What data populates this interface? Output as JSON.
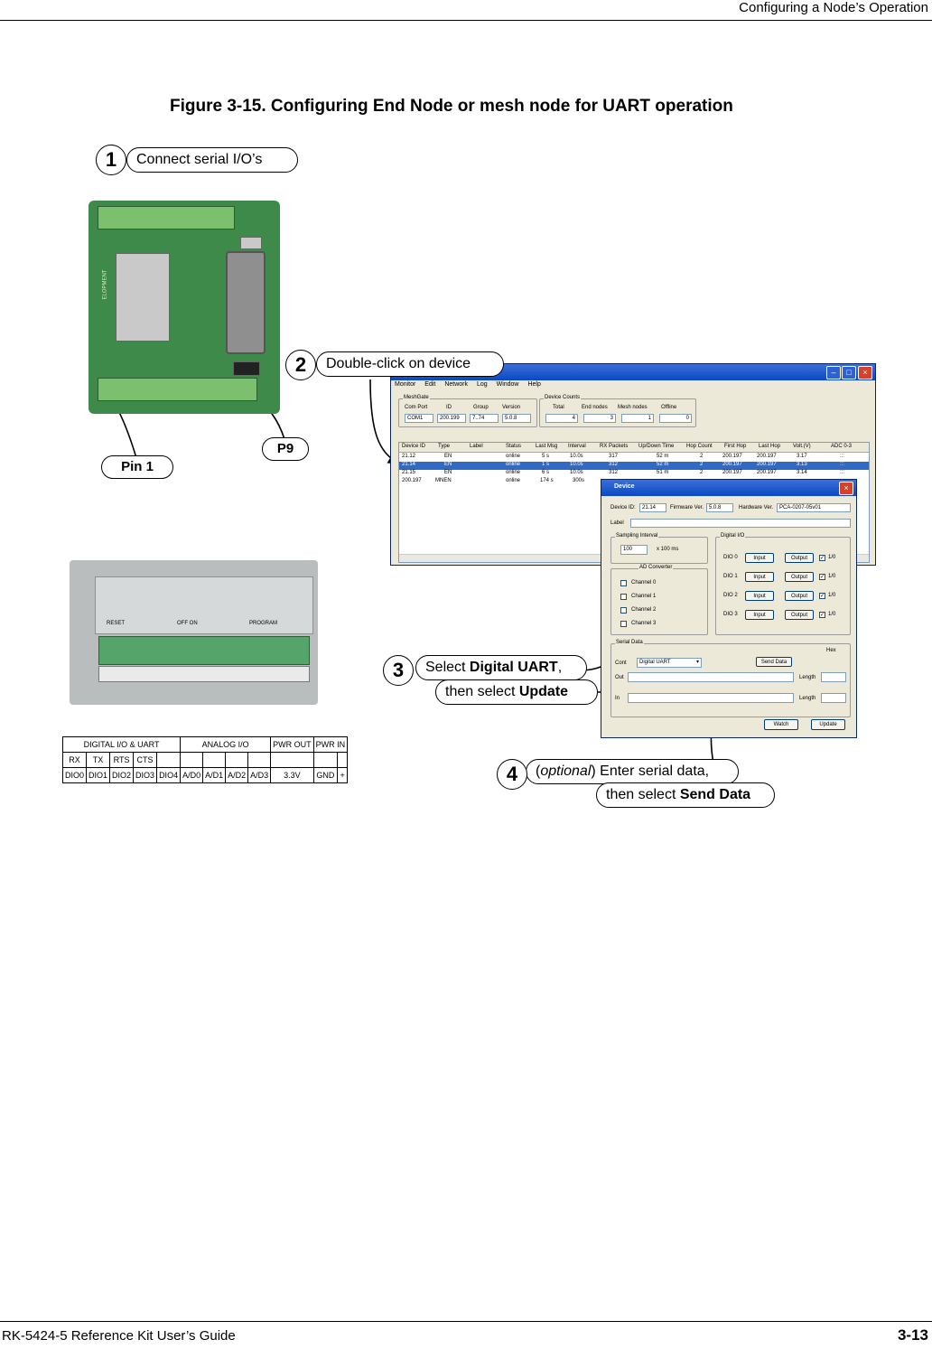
{
  "header": {
    "title": "Configuring a Node’s Operation"
  },
  "footer": {
    "left": "RK-5424-5 Reference Kit User’s Guide",
    "right": "3-13"
  },
  "figure": {
    "caption": "Figure 3-15. Configuring End Node or mesh node for UART operation"
  },
  "steps": {
    "s1": {
      "num": "1",
      "text": "Connect serial I/O’s"
    },
    "s2": {
      "num": "2",
      "text": "Double-click on device"
    },
    "s3": {
      "num": "3",
      "pre": "Select ",
      "bold": "Digital UART",
      "post": ",",
      "line2_pre": "then select ",
      "line2_bold": "Update"
    },
    "s4": {
      "num": "4",
      "italic": "optional",
      "text": ") Enter serial data,",
      "open": "(",
      "line2_pre": "then select ",
      "line2_bold": "Send Data"
    }
  },
  "photo_labels": {
    "pin1": "Pin 1",
    "p9": "P9",
    "pcb_text": "ELOPMENT",
    "case_reset": "RESET",
    "case_offon": "OFF ON",
    "case_program": "PROGRAM"
  },
  "pin_table": {
    "row1": [
      "DIGITAL I/O & UART",
      "ANALOG I/O",
      "PWR OUT",
      "PWR IN"
    ],
    "row2": [
      "RX",
      "TX",
      "RTS",
      "CTS",
      "",
      "",
      "",
      "",
      "",
      "",
      ""
    ],
    "row3": [
      "DIO0",
      "DIO1",
      "DIO2",
      "DIO3",
      "DIO4",
      "A/D0",
      "A/D1",
      "A/D2",
      "A/D3",
      "3.3V",
      "GND",
      "+"
    ]
  },
  "main_window": {
    "menu": [
      "Monitor",
      "Edit",
      "Network",
      "Log",
      "Window",
      "Help"
    ],
    "meshgate": {
      "title": "MeshGate",
      "headers": [
        "Com Port",
        "ID",
        "Group",
        "Version"
      ],
      "values": [
        "COM1",
        "200.199",
        "7..74",
        "5.0.8"
      ]
    },
    "device_counts": {
      "title": "Device Counts",
      "headers": [
        "Total",
        "End nodes",
        "Mesh nodes",
        "Offline"
      ],
      "values": [
        "4",
        "3",
        "1",
        "0"
      ]
    },
    "columns": [
      "Device ID",
      "Type",
      "Label",
      "Status",
      "Last Msg",
      "Interval",
      "RX Packets",
      "Up/Down Time",
      "Hop Count",
      "First Hop",
      "Last Hop",
      "Volt.(V)",
      "ADC 0-3"
    ],
    "rows": [
      [
        "21.12",
        "EN",
        "",
        "online",
        "5 s",
        "10.0s",
        "317",
        "52 m",
        "2",
        "200.197",
        "200.197",
        "3.17",
        ":::"
      ],
      [
        "21.14",
        "EN",
        "",
        "online",
        "1 s",
        "10.0s",
        "312",
        "52 m",
        "2",
        "200.197",
        "200.197",
        "3.13",
        ":::"
      ],
      [
        "21.15",
        "EN",
        "",
        "online",
        "6 s",
        "10.0s",
        "312",
        "51 m",
        "2",
        "200.197",
        "200.197",
        "3.14",
        ":::"
      ],
      [
        "200.197",
        "MNEN",
        "",
        "online",
        "174 s",
        "300s",
        "",
        "",
        "",
        "",
        "",
        "",
        ""
      ]
    ]
  },
  "device_window": {
    "title": "Device",
    "device_id_label": "Device ID:",
    "device_id": "21.14",
    "firmware_label": "Firmware Ver.",
    "firmware": "5.0.8",
    "hardware_label": "Hardware Ver.",
    "hardware": "PCA-0207-05v01",
    "label_label": "Label",
    "sampling": {
      "title": "Sampling Interval",
      "value": "100",
      "unit": "x 100 ms"
    },
    "ad": {
      "title": "AD Converter",
      "channels": [
        "Channel 0",
        "Channel 1",
        "Channel 2",
        "Channel 3"
      ]
    },
    "digital": {
      "title": "Digital I/O",
      "rows": [
        "DIO 0",
        "DIO 1",
        "DIO 2",
        "DIO 3"
      ],
      "input": "Input",
      "output": "Output",
      "io": "1/0"
    },
    "serial": {
      "title": "Serial Data",
      "hex": "Hex",
      "cont_label": "Cont",
      "mode": "Digital UART",
      "send": "Send Data",
      "out": "Out",
      "in": "In",
      "length": "Length"
    },
    "watch": "Watch",
    "update": "Update"
  },
  "icons": [
    "close-icon",
    "minimize-icon",
    "maximize-icon",
    "dropdown-arrow-icon",
    "checkbox-icon"
  ]
}
